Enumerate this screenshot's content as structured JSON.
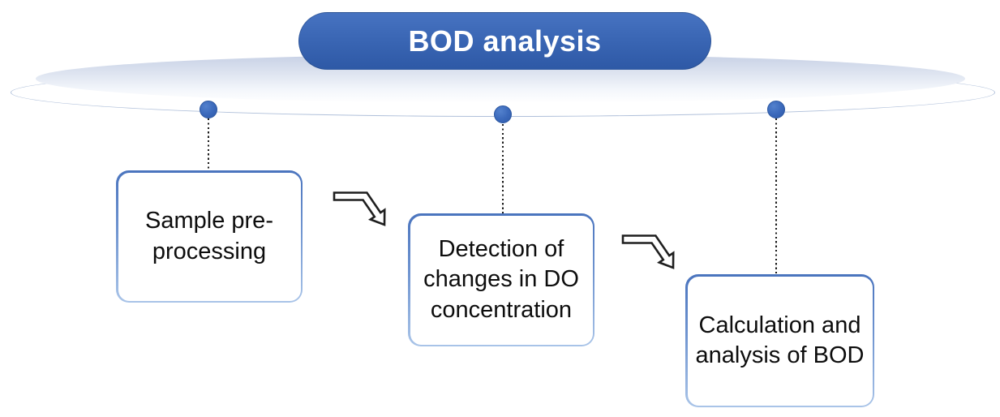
{
  "diagram": {
    "title": "BOD analysis",
    "steps": [
      {
        "id": "sample-pre-processing",
        "label": "Sample pre-\nprocessing"
      },
      {
        "id": "detection-do-changes",
        "label": "Detection of\nchanges in DO\nconcentration"
      },
      {
        "id": "calculation-analysis-bod",
        "label": "Calculation and\nanalysis of BOD"
      }
    ]
  },
  "colors": {
    "banner-blue": "#3a66b4",
    "banner-blue-light": "#4773c1",
    "banner-blue-dark": "#2e59a6",
    "dot-blue": "#3a68ba",
    "box-border-top": "#4a74be",
    "box-border-bottom": "#a9c4e8",
    "ellipse-outline": "#b0c0da",
    "ellipse-fill-top": "#c6d0e5",
    "connector": "#1a1a1a",
    "text": "#0d0d0d"
  }
}
